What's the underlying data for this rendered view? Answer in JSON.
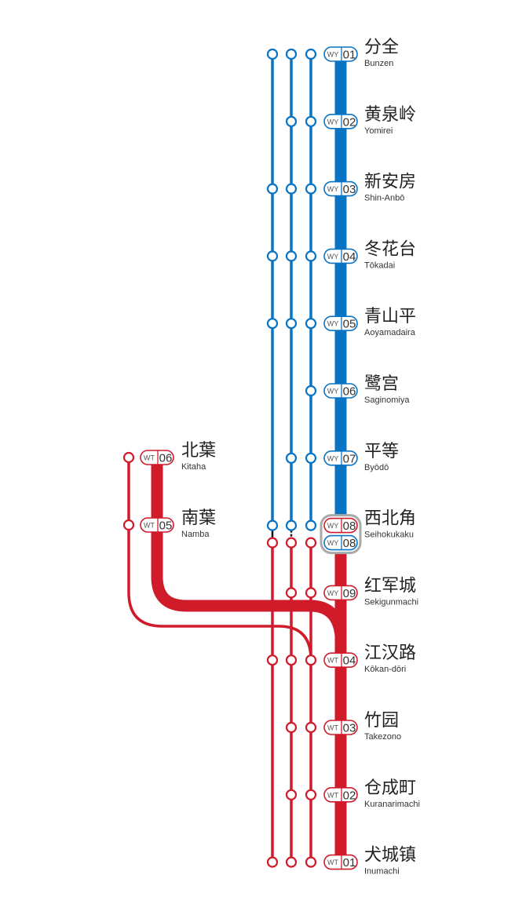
{
  "diagram": {
    "title": "",
    "colors": {
      "wy_line": "#0a74c4",
      "wt_line": "#d01b2a",
      "transfer_ring": "#a9a9a9",
      "connector": "#111111"
    },
    "lines": [
      {
        "code": "WY",
        "color_key": "wy_line"
      },
      {
        "code": "WT",
        "color_key": "wt_line"
      }
    ],
    "main_stations": [
      {
        "code": "WY",
        "number": "01",
        "name": "分全",
        "roman": "Bunzen",
        "line": "WY",
        "stops": [
          true,
          true,
          true
        ]
      },
      {
        "code": "WY",
        "number": "02",
        "name": "黄泉岭",
        "roman": "Yomirei",
        "line": "WY",
        "stops": [
          false,
          true,
          true
        ]
      },
      {
        "code": "WY",
        "number": "03",
        "name": "新安房",
        "roman": "Shin-Anbō",
        "line": "WY",
        "stops": [
          true,
          true,
          true
        ]
      },
      {
        "code": "WY",
        "number": "04",
        "name": "冬花台",
        "roman": "Tōkadai",
        "line": "WY",
        "stops": [
          true,
          true,
          true
        ]
      },
      {
        "code": "WY",
        "number": "05",
        "name": "青山平",
        "roman": "Aoyamadaira",
        "line": "WY",
        "stops": [
          true,
          true,
          true
        ]
      },
      {
        "code": "WY",
        "number": "06",
        "name": "鹭宫",
        "roman": "Saginomiya",
        "line": "WY",
        "stops": [
          false,
          false,
          true
        ]
      },
      {
        "code": "WY",
        "number": "07",
        "name": "平等",
        "roman": "Byōdō",
        "line": "WY",
        "stops": [
          false,
          true,
          true
        ]
      },
      {
        "code": "WY",
        "number": "08",
        "name": "西北角",
        "roman": "Seihokukaku",
        "line": "transfer",
        "stops": [
          true,
          true,
          true
        ],
        "badges": [
          {
            "code": "WY",
            "number": "08",
            "line": "WT"
          },
          {
            "code": "WY",
            "number": "08",
            "line": "WY"
          }
        ]
      },
      {
        "code": "WY",
        "number": "09",
        "name": "红军城",
        "roman": "Sekigunmachi",
        "line": "WT",
        "stops": [
          false,
          true,
          true
        ]
      },
      {
        "code": "WT",
        "number": "04",
        "name": "江汉路",
        "roman": "Kōkan-dōri",
        "line": "WT",
        "stops": [
          true,
          true,
          true
        ]
      },
      {
        "code": "WT",
        "number": "03",
        "name": "竹园",
        "roman": "Takezono",
        "line": "WT",
        "stops": [
          false,
          true,
          true
        ]
      },
      {
        "code": "WT",
        "number": "02",
        "name": "仓成町",
        "roman": "Kuranarimachi",
        "line": "WT",
        "stops": [
          false,
          true,
          true
        ]
      },
      {
        "code": "WT",
        "number": "01",
        "name": "犬城镇",
        "roman": "Inumachi",
        "line": "WT",
        "stops": [
          true,
          true,
          true
        ]
      }
    ],
    "branch_stations": [
      {
        "code": "WT",
        "number": "06",
        "name": "北葉",
        "roman": "Kitaha"
      },
      {
        "code": "WT",
        "number": "05",
        "name": "南葉",
        "roman": "Namba"
      }
    ]
  }
}
